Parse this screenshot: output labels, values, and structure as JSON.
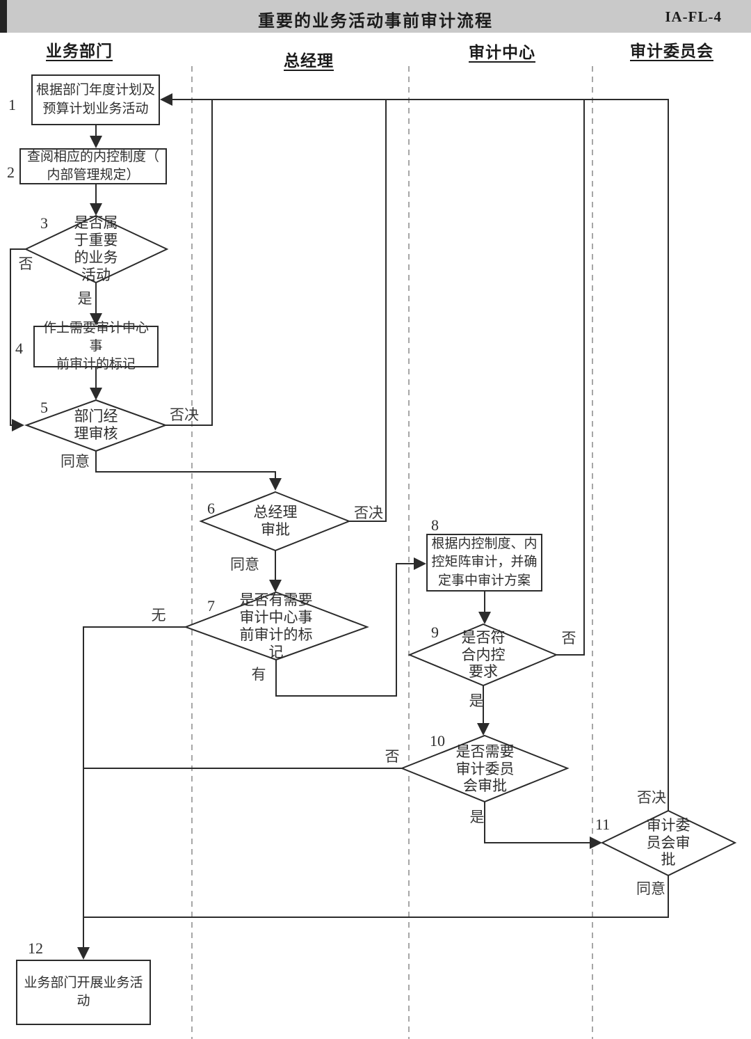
{
  "header": {
    "title": "重要的业务活动事前审计流程",
    "code": "IA-FL-4"
  },
  "lanes": [
    {
      "label": "业务部门"
    },
    {
      "label": "总经理"
    },
    {
      "label": "审计中心"
    },
    {
      "label": "审计委员会"
    }
  ],
  "nodes": {
    "n1": {
      "num": "1",
      "text": "根据部门年度计划及\n预算计划业务活动"
    },
    "n2": {
      "num": "2",
      "text": "查阅相应的内控制度（\n内部管理规定）"
    },
    "n3": {
      "num": "3",
      "text": "是否属\n于重要\n的业务\n活动"
    },
    "n4": {
      "num": "4",
      "text": "作上需要审计中心事\n前审计的标记"
    },
    "n5": {
      "num": "5",
      "text": "部门经\n理审核"
    },
    "n6": {
      "num": "6",
      "text": "总经理\n审批"
    },
    "n7": {
      "num": "7",
      "text": "是否有需要\n审计中心事\n前审计的标\n记"
    },
    "n8": {
      "num": "8",
      "text": "根据内控制度、内\n控矩阵审计，并确\n定事中审计方案"
    },
    "n9": {
      "num": "9",
      "text": "是否符\n合内控\n要求"
    },
    "n10": {
      "num": "10",
      "text": "是否需要\n审计委员\n会审批"
    },
    "n11": {
      "num": "11",
      "text": "审计委\n员会审\n批"
    },
    "n12": {
      "num": "12",
      "text": "业务部门开展业务活\n动"
    }
  },
  "branch_labels": {
    "d3_no": "否",
    "d3_yes": "是",
    "d5_reject": "否决",
    "d5_agree": "同意",
    "d6_reject": "否决",
    "d6_agree": "同意",
    "d7_none": "无",
    "d7_has": "有",
    "d9_no": "否",
    "d9_yes": "是",
    "d10_no": "否",
    "d10_yes": "是",
    "d11_reject": "否决",
    "d11_agree": "同意"
  },
  "colors": {
    "header_bg": "#c9c9c9",
    "line": "#2b2b2b",
    "lane_divider": "#909090"
  }
}
